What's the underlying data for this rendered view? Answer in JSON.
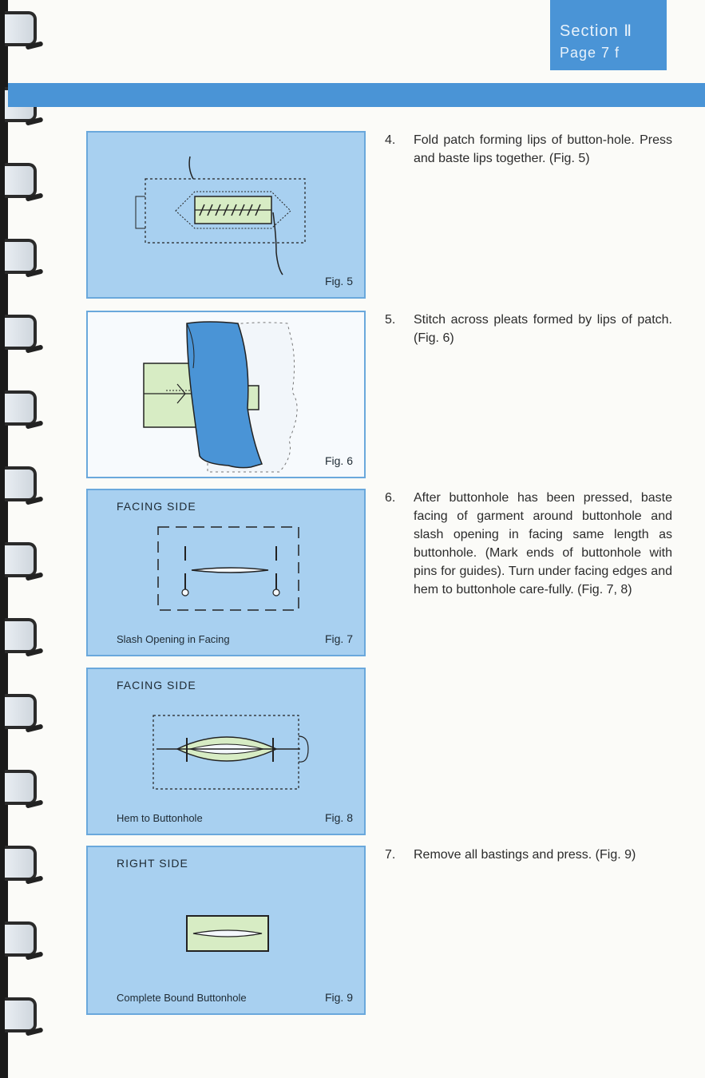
{
  "header": {
    "section_label": "Section Ⅱ",
    "page_label": "Page  7 f"
  },
  "figures": [
    {
      "id": "fig5",
      "head": "",
      "bottom": "",
      "label": "Fig. 5"
    },
    {
      "id": "fig6",
      "head": "",
      "bottom": "",
      "label": "Fig. 6"
    },
    {
      "id": "fig7",
      "head": "FACING  SIDE",
      "bottom": "Slash  Opening  in  Facing",
      "label": "Fig. 7"
    },
    {
      "id": "fig8",
      "head": "FACING  SIDE",
      "bottom": "Hem  to  Buttonhole",
      "label": "Fig. 8"
    },
    {
      "id": "fig9",
      "head": "RIGHT  SIDE",
      "bottom": "Complete  Bound  Buttonhole",
      "label": "Fig. 9"
    }
  ],
  "steps": [
    {
      "num": "4.",
      "text": "Fold patch forming lips of button-hole. Press and baste lips together. (Fig. 5)"
    },
    {
      "num": "5.",
      "text": "Stitch across pleats formed by lips of patch. (Fig. 6)"
    },
    {
      "num": "6.",
      "text": "After buttonhole has been pressed, baste facing of garment around buttonhole and slash opening in facing same length as buttonhole. (Mark ends of buttonhole with pins for guides). Turn under facing edges and hem to buttonhole care-fully. (Fig. 7, 8)"
    },
    {
      "num": "7.",
      "text": "Remove all bastings and press. (Fig. 9)"
    }
  ],
  "colors": {
    "accent_blue": "#4a94d6",
    "panel_blue": "#a8d0f0",
    "fabric_green": "#d7ecc4"
  }
}
